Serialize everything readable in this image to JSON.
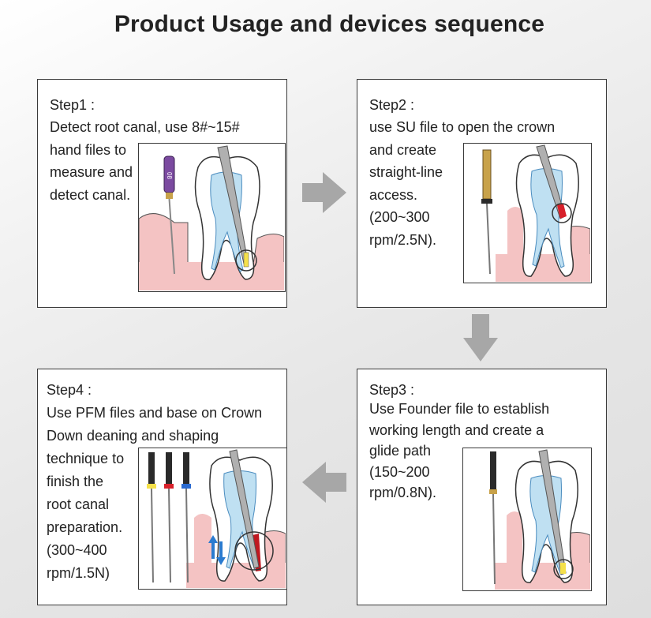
{
  "title": "Product Usage and devices sequence",
  "steps": [
    {
      "title": "Step1 :",
      "lines": [
        "Detect root canal, use 8#~15#",
        "hand files to",
        "measure and",
        "detect canal."
      ]
    },
    {
      "title": "Step2 :",
      "lines": [
        "use SU file to open the crown",
        "and create",
        "straight-line",
        "access.",
        "(200~300",
        "rpm/2.5N)."
      ]
    },
    {
      "title": "Step3 :",
      "lines": [
        "Use Founder file to establish",
        "working length and create a",
        "glide path",
        "(150~200",
        "rpm/0.8N)."
      ]
    },
    {
      "title": "Step4 :",
      "lines": [
        "Use PFM files and base on Crown",
        "Down deaning and shaping",
        "technique to",
        "finish the",
        "root canal",
        "preparation.",
        "(300~400",
        "rpm/1.5N)"
      ]
    }
  ],
  "colors": {
    "gum": "#f4c3c3",
    "pulp": "#bfe0f2",
    "arrow": "#a7a7a7",
    "file_handle_purple": "#7b4aa0",
    "file_handle_gold": "#c8a24a"
  }
}
